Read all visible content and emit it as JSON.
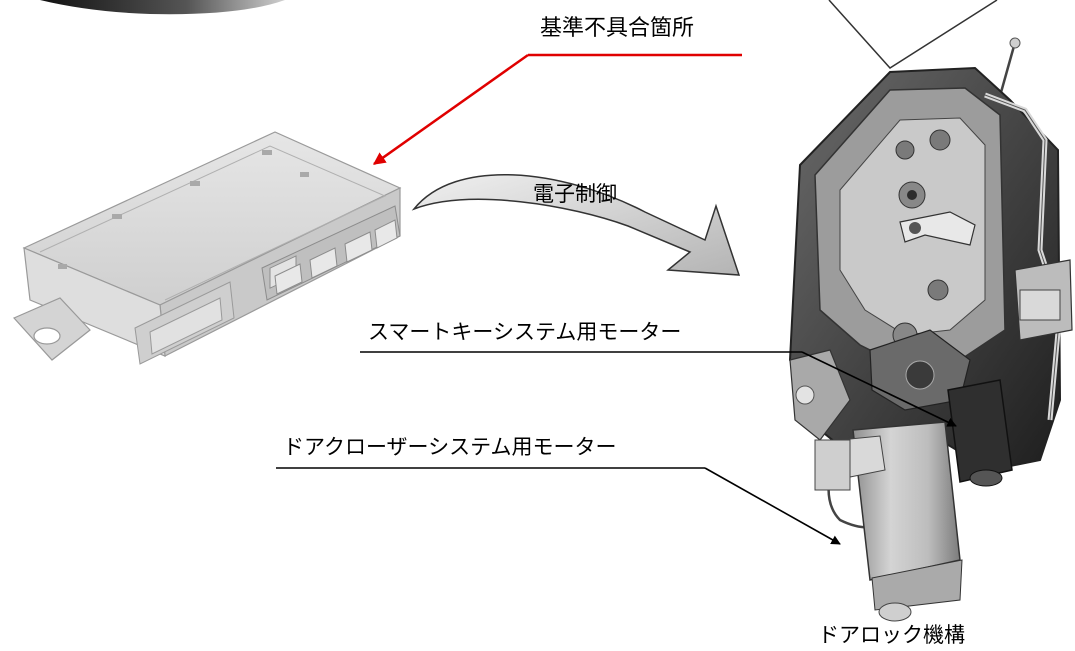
{
  "labels": {
    "defect_location": "基準不具合箇所",
    "electronic_control": "電子制御",
    "smart_key_motor": "スマートキーシステム用モーター",
    "door_closer_motor": "ドアクローザーシステム用モーター",
    "door_lock_mechanism": "ドアロック機構"
  },
  "colors": {
    "callout_arrow": "#e00000",
    "leader_line": "#000000",
    "curved_arrow_fill": "#c8c8c8",
    "ecu_body": "#d6d6d6",
    "actuator_body": "#4a4a4a",
    "motor_body": "#bdbdbd"
  },
  "icons": {
    "ecu": "electronic-control-unit-illustration",
    "door_lock": "door-lock-actuator-illustration"
  }
}
